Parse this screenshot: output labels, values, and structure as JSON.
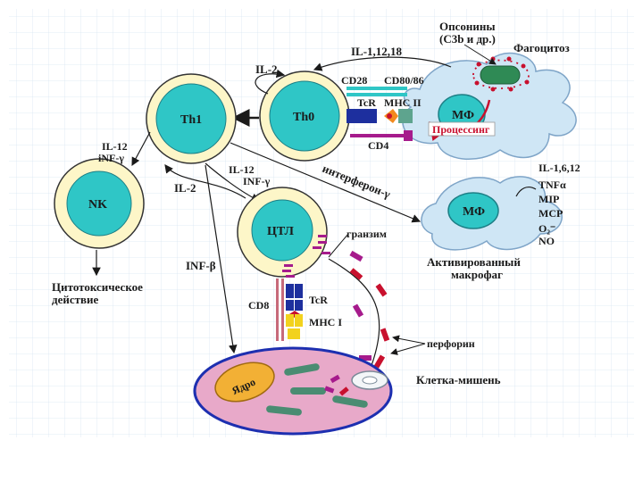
{
  "cells": {
    "th1": "Th1",
    "th0": "Th0",
    "nk": "NK",
    "ctl": "ЦТЛ",
    "mf_top": "МФ",
    "mf_act": "МФ",
    "nucleus": "Ядро"
  },
  "labels": {
    "opsonins_line1": "Опсонины",
    "opsonins_line2": "(С3b и др.)",
    "phagocytosis": "Фагоцитоз",
    "il_1_12_18": "IL-1,12,18",
    "il2_top": "IL-2",
    "cd28": "CD28",
    "cd80_86": "CD80/86",
    "tcr_top": "TcR",
    "mhc2": "MHC II",
    "processing": "Процессинг",
    "cd4": "CD4",
    "il12_nk_line1": "IL-12",
    "il12_nk_line2": "iNF-γ",
    "il2_mid": "IL-2",
    "il12_ctl_line1": "IL-12",
    "il12_ctl_line2": "INF-γ",
    "interferon": "интерферон-γ",
    "cytokines": [
      "IL-1,6,12",
      "TNFα",
      "MIP",
      "MCP",
      "O₂⁻",
      "NO"
    ],
    "activated_mf_line1": "Активированный",
    "activated_mf_line2": "макрофаг",
    "nk_effect_line1": "Цитотоксическое",
    "nk_effect_line2": "действие",
    "inf_beta": "INF-β",
    "granzyme": "гранзим",
    "cd8": "CD8",
    "tcr_ctl": "TcR",
    "mhc1": "MHC I",
    "perforin": "перфорин",
    "target_cell": "Клетка-мишень"
  },
  "colors": {
    "cell_fill": "#2fc6c6",
    "cell_ring": "#fdf6c8",
    "mf_fill": "#cfe6f5",
    "target_fill": "#e8a9c9",
    "target_border": "#1d2fb0",
    "nucleus_fill": "#f2b035",
    "organelle": "#4a8c72",
    "arrow_red": "#c8102e",
    "granzyme": "#a61b8c",
    "perforin": "#c8102e"
  }
}
